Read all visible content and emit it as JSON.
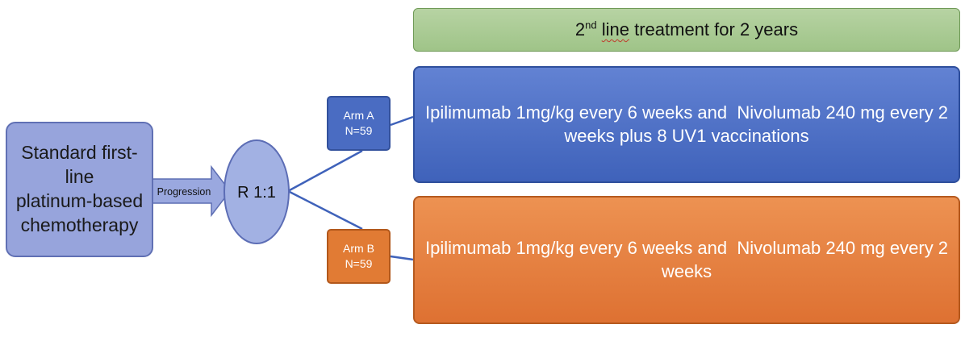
{
  "header": {
    "ordinal_number": "2",
    "ordinal_suffix": "nd",
    "underlined_word": "line",
    "rest": " treatment for 2 years"
  },
  "first_line": {
    "lines": [
      "Standard first-line",
      "platinum-based",
      "chemotherapy"
    ]
  },
  "arrow": {
    "label": "Progression"
  },
  "randomization": {
    "label": "R 1:1"
  },
  "arm_a": {
    "label_line1": "Arm A",
    "label_line2": "N=59",
    "treatment_line1": "Ipilimumab 1mg/kg every 6 weeks and  Nivolumab 240 mg every 2",
    "treatment_line2": "weeks plus 8 UV1 vaccinations"
  },
  "arm_b": {
    "label_line1": "Arm B",
    "label_line2": "N=59",
    "treatment_line1": "Ipilimumab 1mg/kg every 6 weeks and  Nivolumab 240 mg every 2",
    "treatment_line2": "weeks"
  },
  "colors": {
    "blue_arm": "#4a6cc2",
    "orange_arm": "#e17b34",
    "green_header": "#a9cb92",
    "lavender": "#97a4dc"
  }
}
